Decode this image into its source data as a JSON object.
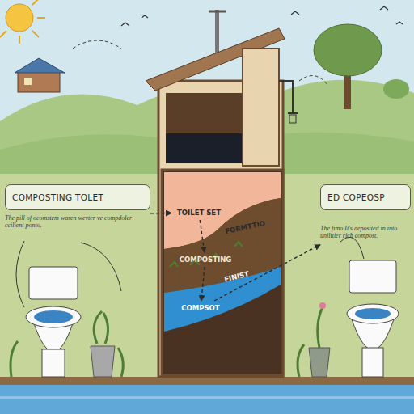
{
  "diagram": {
    "nodes": [
      {
        "text": [
          "COMPOSTING TOLET",
          "The pill of ocomstem waren wevter ve compdoler ccilient ponto."
        ]
      },
      {
        "text": [
          "TOILET SET"
        ]
      },
      {
        "text": [
          "COMPOSTING"
        ]
      },
      {
        "text": [
          "COMPSOT"
        ]
      },
      {
        "text": [
          "ED COPEOSP",
          "The fimo It's deposited in into unilttier rich compost."
        ]
      }
    ],
    "edges": [
      {
        "from": 0,
        "to": 1,
        "arrow": "to"
      },
      {
        "from": 1,
        "to": 2,
        "label": "FORMTTIO",
        "arrow": "to"
      },
      {
        "from": 2,
        "to": 3,
        "label": "FINIST",
        "arrow": "to"
      },
      {
        "from": 3,
        "to": 4,
        "arrow": "to"
      }
    ]
  }
}
